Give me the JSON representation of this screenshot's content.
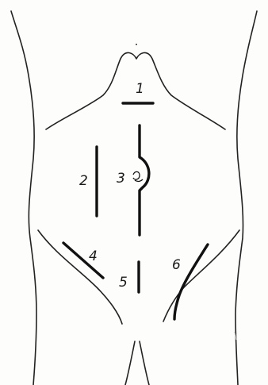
{
  "diagram": {
    "labels": {
      "incision_1": "1",
      "incision_2": "2",
      "incision_3": "3",
      "incision_4": "4",
      "incision_5": "5",
      "incision_6": "6"
    },
    "colors": {
      "ink": "#111111",
      "paper": "#fdfdfc"
    }
  }
}
